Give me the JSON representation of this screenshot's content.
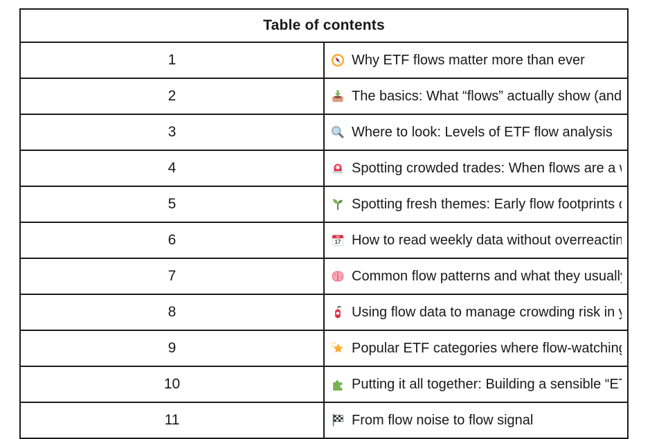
{
  "header": {
    "title": "Table of contents"
  },
  "toc": {
    "rows": [
      {
        "num": "1",
        "icon": "compass-icon",
        "title": "Why ETF flows matter more than ever"
      },
      {
        "num": "2",
        "icon": "inbox-tray-icon",
        "title": "The basics: What “flows” actually show (and what they don’t)"
      },
      {
        "num": "3",
        "icon": "magnifying-glass-icon",
        "title": "Where to look: Levels of ETF flow analysis"
      },
      {
        "num": "4",
        "icon": "siren-icon",
        "title": "Spotting crowded trades: When flows are a warning siren"
      },
      {
        "num": "5",
        "icon": "seedling-icon",
        "title": "Spotting fresh themes: Early flow footprints of new narratives"
      },
      {
        "num": "6",
        "icon": "calendar-icon",
        "title": "How to read weekly data without overreacting"
      },
      {
        "num": "7",
        "icon": "brain-icon",
        "title": "Common flow patterns and what they usually imply"
      },
      {
        "num": "8",
        "icon": "fire-extinguisher-icon",
        "title": "Using flow data to manage crowding risk in your portfolio"
      },
      {
        "num": "9",
        "icon": "glowing-star-icon",
        "title": "Popular ETF categories where flow-watching really matters"
      },
      {
        "num": "10",
        "icon": "puzzle-piece-icon",
        "title": "Putting it all together: Building a sensible “ETF flow watch” discipline"
      },
      {
        "num": "11",
        "icon": "checkered-flag-icon",
        "title": "From flow noise to flow signal"
      }
    ],
    "colors": {
      "border": "#1a1a1a",
      "text": "#19191b",
      "background": "#ffffff"
    },
    "calendar_icon_text": {
      "month": "JUL",
      "day": "17"
    }
  }
}
